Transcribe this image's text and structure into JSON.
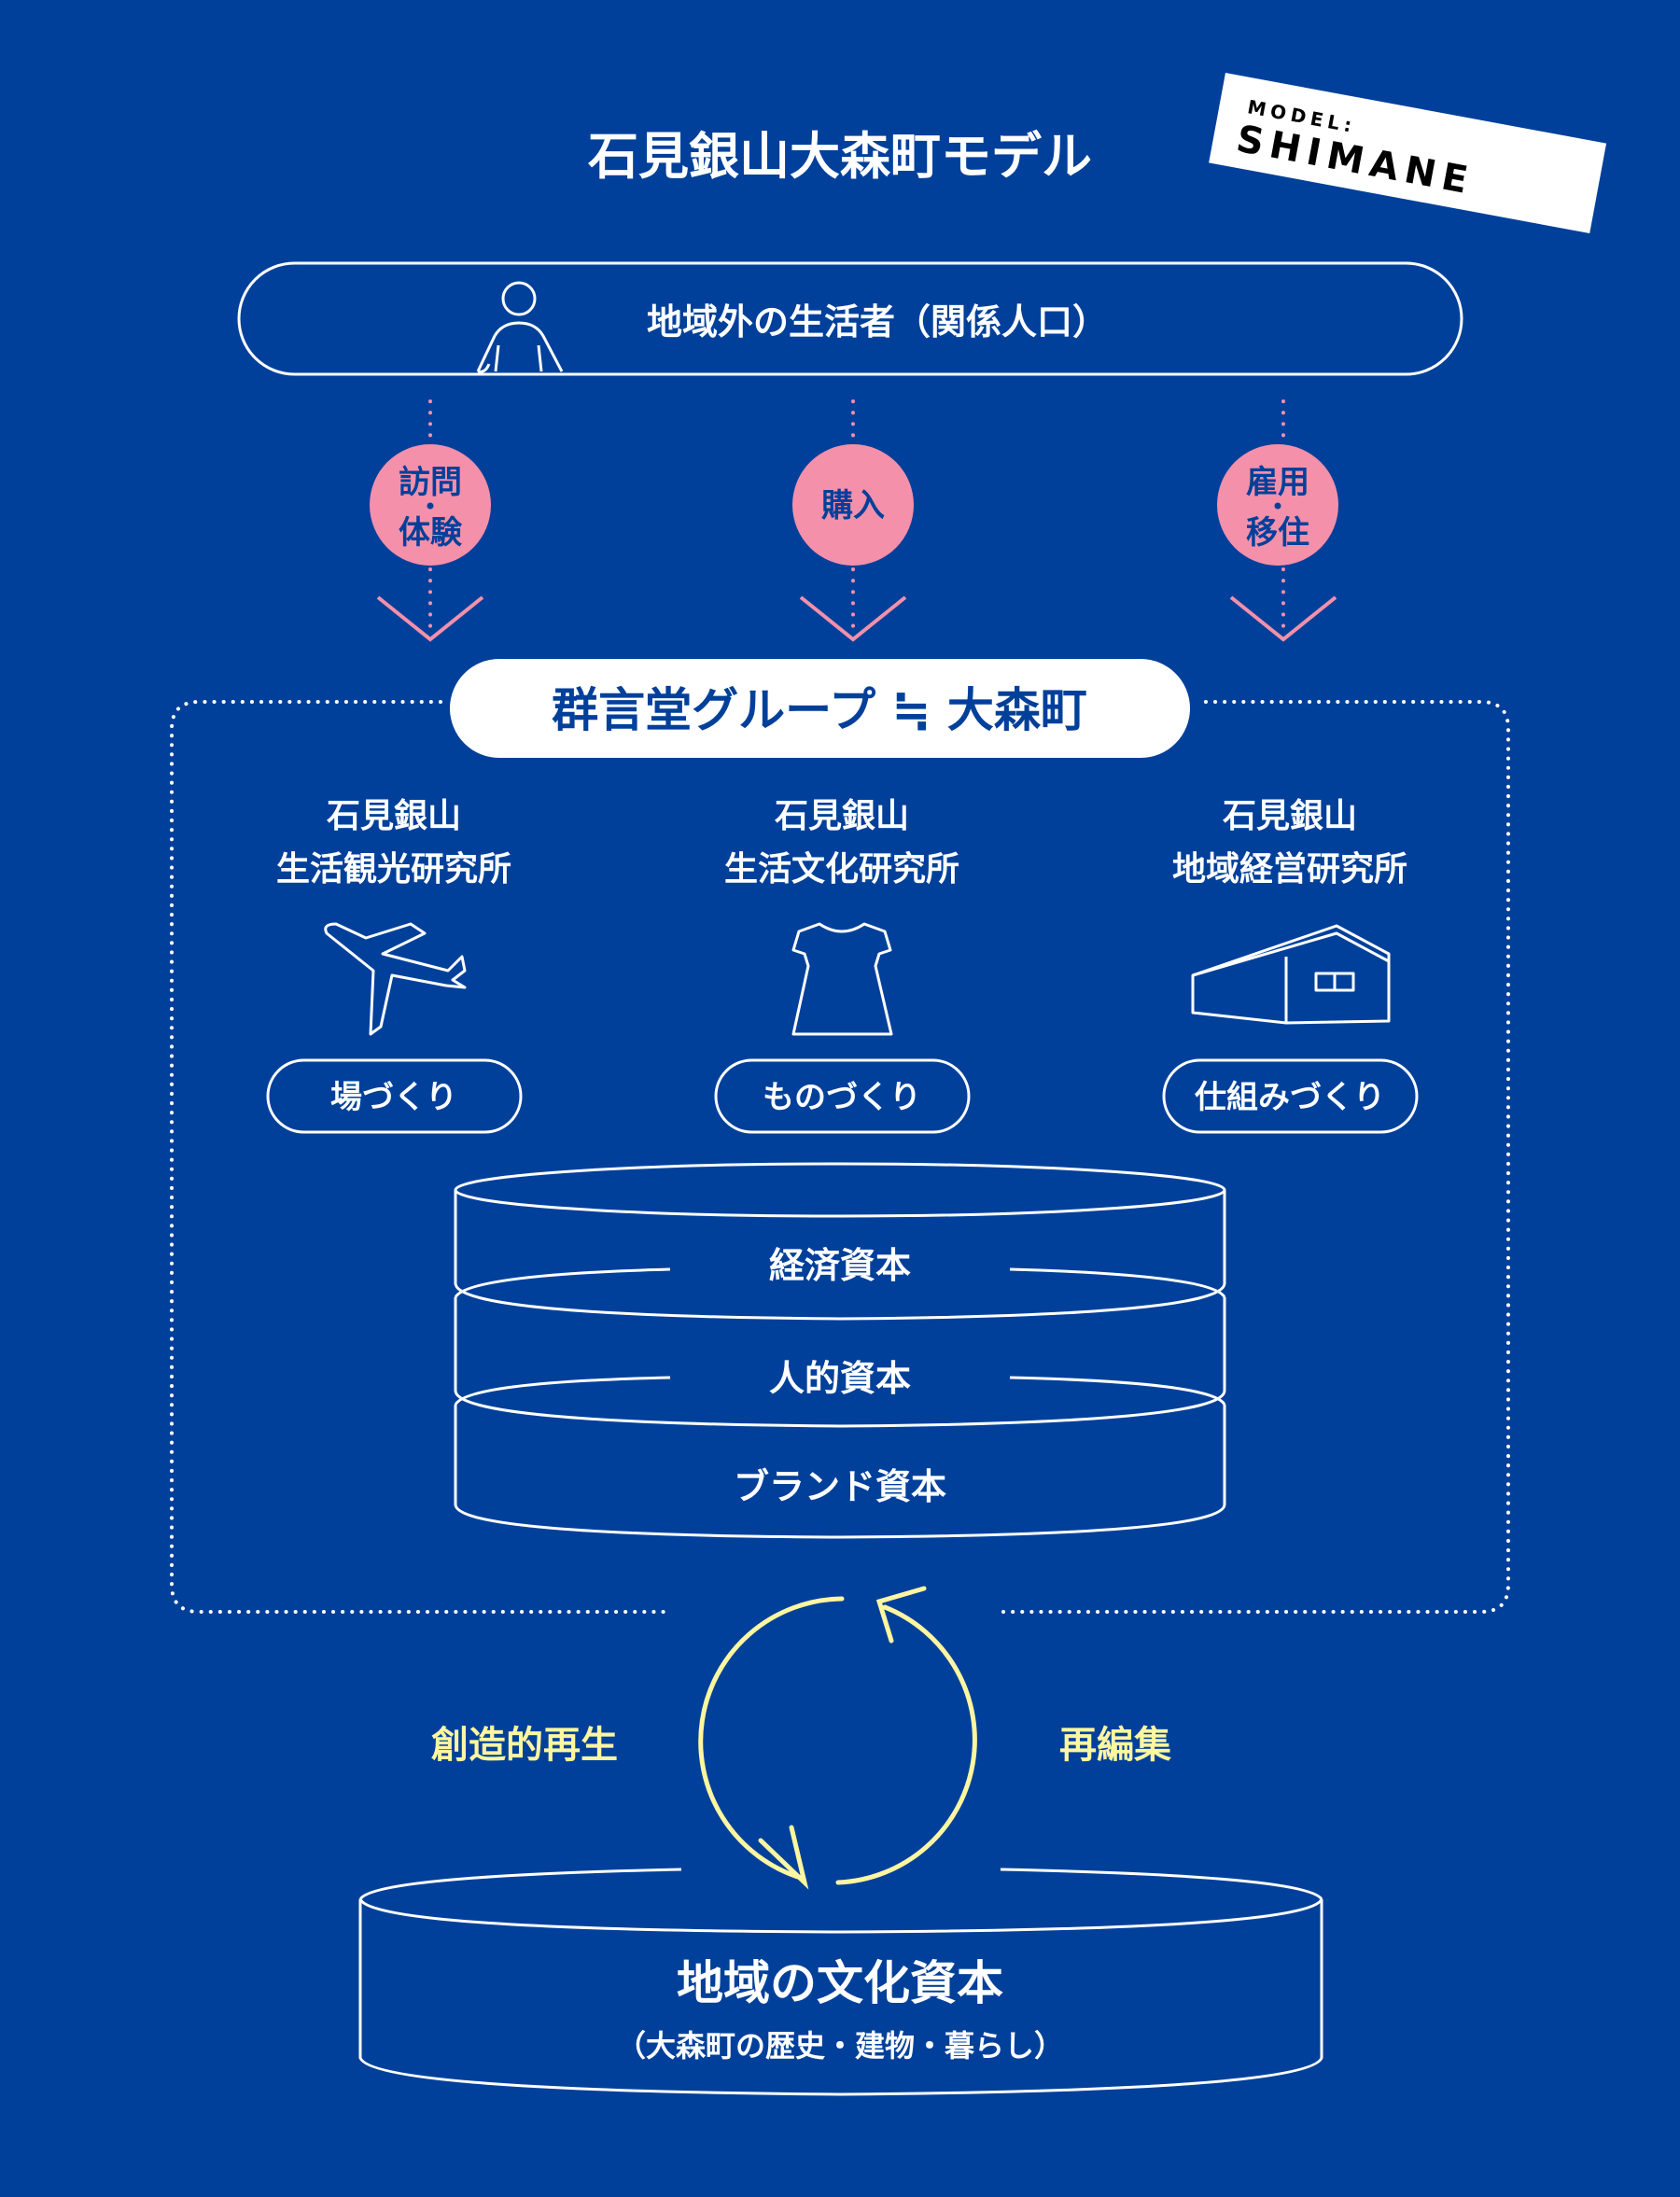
{
  "title": "石見銀山大森町モデル",
  "badge": {
    "line1": "MODEL:",
    "line2": "SHIMANE"
  },
  "top": {
    "label": "地域外の生活者（関係人口）",
    "icon": "person-icon"
  },
  "flows": [
    {
      "line1": "訪問",
      "line2": "体験"
    },
    {
      "line1": "購入"
    },
    {
      "line1": "雇用",
      "line2": "移住"
    }
  ],
  "group": {
    "label": "群言堂グループ ≒ 大森町"
  },
  "institutes": [
    {
      "line1": "石見銀山",
      "line2": "生活観光研究所",
      "icon": "airplane-icon",
      "tag": "場づくり"
    },
    {
      "line1": "石見銀山",
      "line2": "生活文化研究所",
      "icon": "dress-icon",
      "tag": "ものづくり"
    },
    {
      "line1": "石見銀山",
      "line2": "地域経営研究所",
      "icon": "house-icon",
      "tag": "仕組みづくり"
    }
  ],
  "capitals": [
    "経済資本",
    "人的資本",
    "ブランド資本"
  ],
  "cycle": {
    "left": "創造的再生",
    "right": "再編集"
  },
  "base": {
    "title": "地域の文化資本",
    "subtitle": "（大森町の歴史・建物・暮らし）"
  },
  "colors": {
    "background": "#00409a",
    "pink": "#f590aa",
    "yellow": "#fff6a0",
    "white": "#ffffff"
  }
}
